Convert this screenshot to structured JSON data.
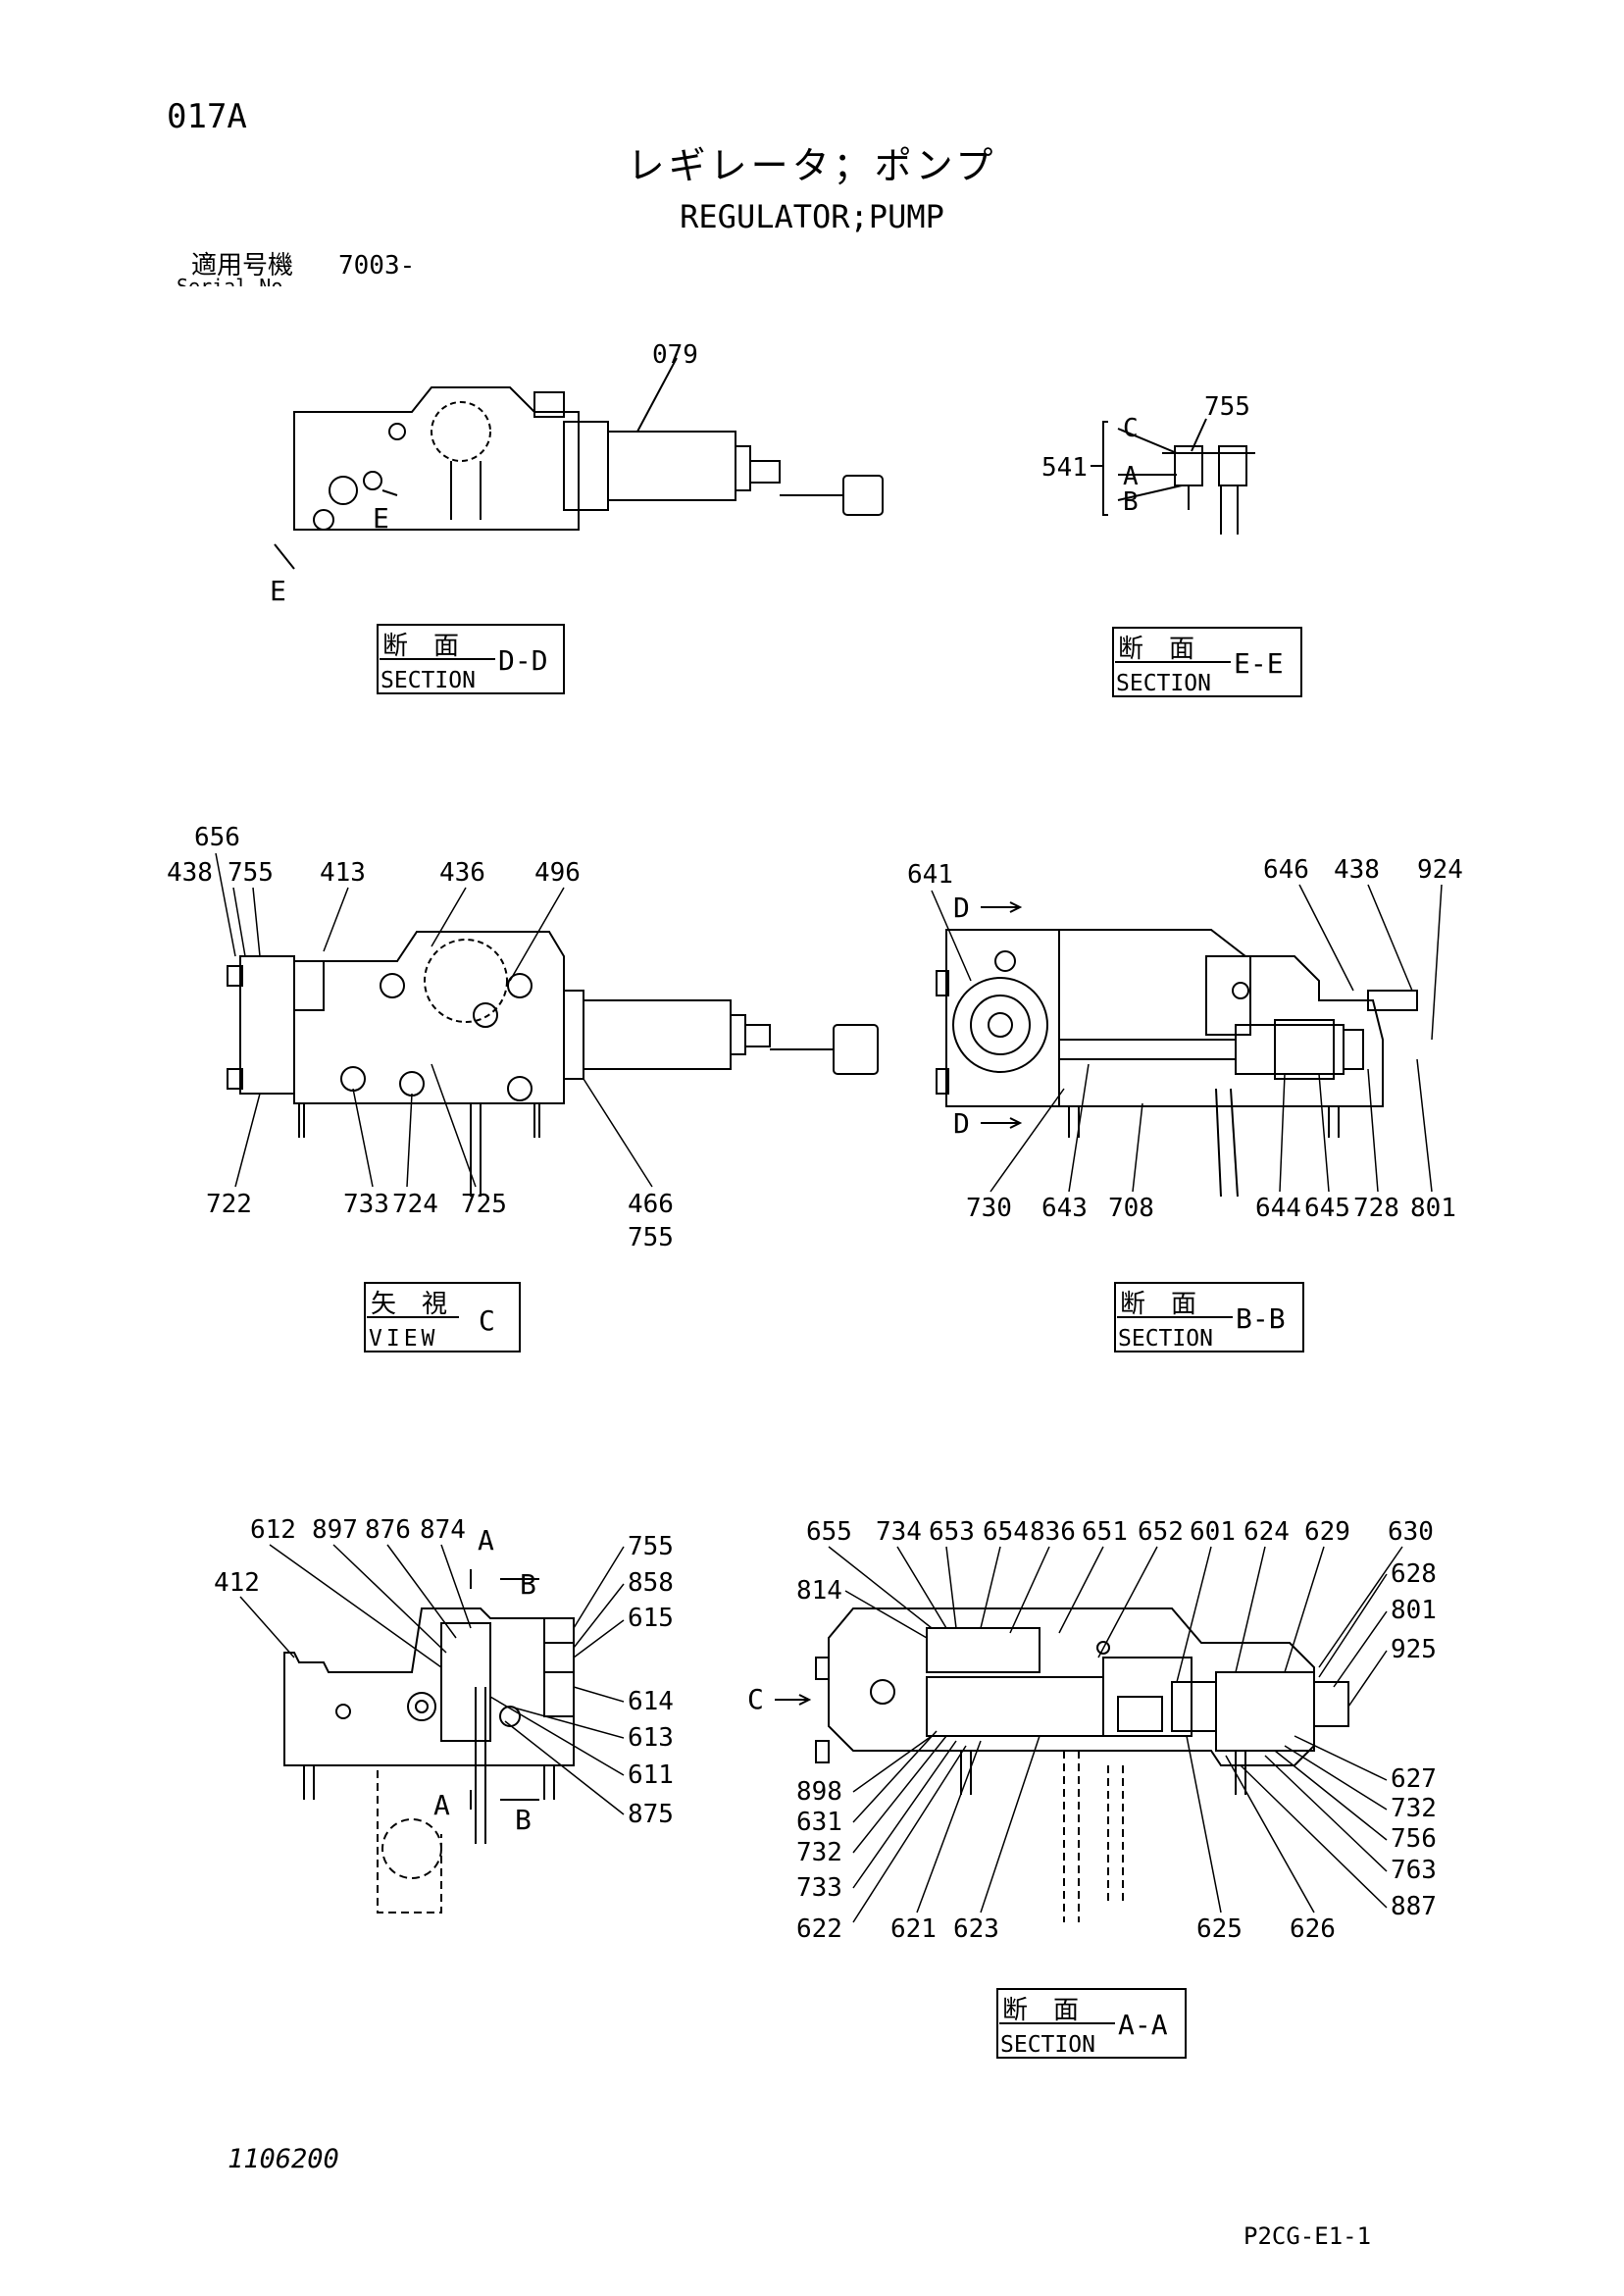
{
  "header": {
    "page_code": "017A",
    "title_jp": "レギレータ；ポンプ",
    "title_en": "REGULATOR;PUMP",
    "serial_label": "適用号機",
    "serial_value": "7003-",
    "serial_sublabel": "Serial No."
  },
  "views": {
    "dd": {
      "jp": "断　面",
      "en": "SECTION",
      "tag": "D-D",
      "labels": [
        "079",
        "E",
        "E"
      ]
    },
    "ee": {
      "jp": "断　面",
      "en": "SECTION",
      "tag": "E-E",
      "labels": [
        "755",
        "C",
        "541",
        "A",
        "B"
      ]
    },
    "c": {
      "jp": "矢　視",
      "en": "VIEW",
      "tag": "C",
      "labels": [
        "656",
        "438",
        "755",
        "413",
        "436",
        "496",
        "722",
        "733",
        "724",
        "725",
        "466",
        "755"
      ]
    },
    "bb": {
      "jp": "断　面",
      "en": "SECTION",
      "tag": "B-B",
      "labels": [
        "641",
        "D",
        "D",
        "646",
        "438",
        "924",
        "730",
        "643",
        "708",
        "644",
        "645",
        "728",
        "801"
      ]
    },
    "left_aa": {
      "labels": [
        "612",
        "897",
        "876",
        "874",
        "A",
        "A",
        "B",
        "B",
        "412",
        "755",
        "858",
        "615",
        "614",
        "613",
        "611",
        "875"
      ]
    },
    "aa": {
      "jp": "断　面",
      "en": "SECTION",
      "tag": "A-A",
      "labels_top": [
        "655",
        "734",
        "653",
        "654",
        "836",
        "651",
        "652",
        "601",
        "624",
        "629",
        "630"
      ],
      "labels_right": [
        "628",
        "801",
        "925",
        "627",
        "732",
        "756",
        "763",
        "887"
      ],
      "labels_left": [
        "814",
        "C",
        "898",
        "631",
        "732",
        "733",
        "622"
      ],
      "labels_bottom": [
        "621",
        "623",
        "625",
        "626"
      ]
    }
  },
  "footer": {
    "doc_number": "1106200",
    "page_ref": "P2CG-E1-1"
  }
}
